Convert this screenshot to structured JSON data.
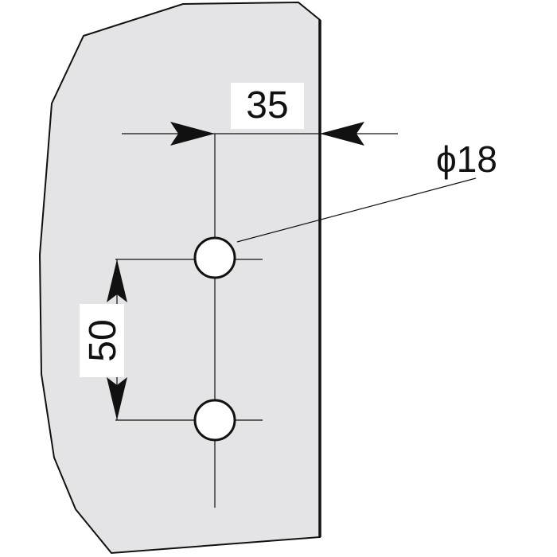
{
  "drawing": {
    "horizontal_dimension": "35",
    "vertical_dimension": "50",
    "diameter_label": "ϕ18"
  },
  "colors": {
    "panel_fill": "#e4e4e6",
    "line": "#111111",
    "label_bg": "#ffffff",
    "hole_fill": "#ffffff"
  }
}
